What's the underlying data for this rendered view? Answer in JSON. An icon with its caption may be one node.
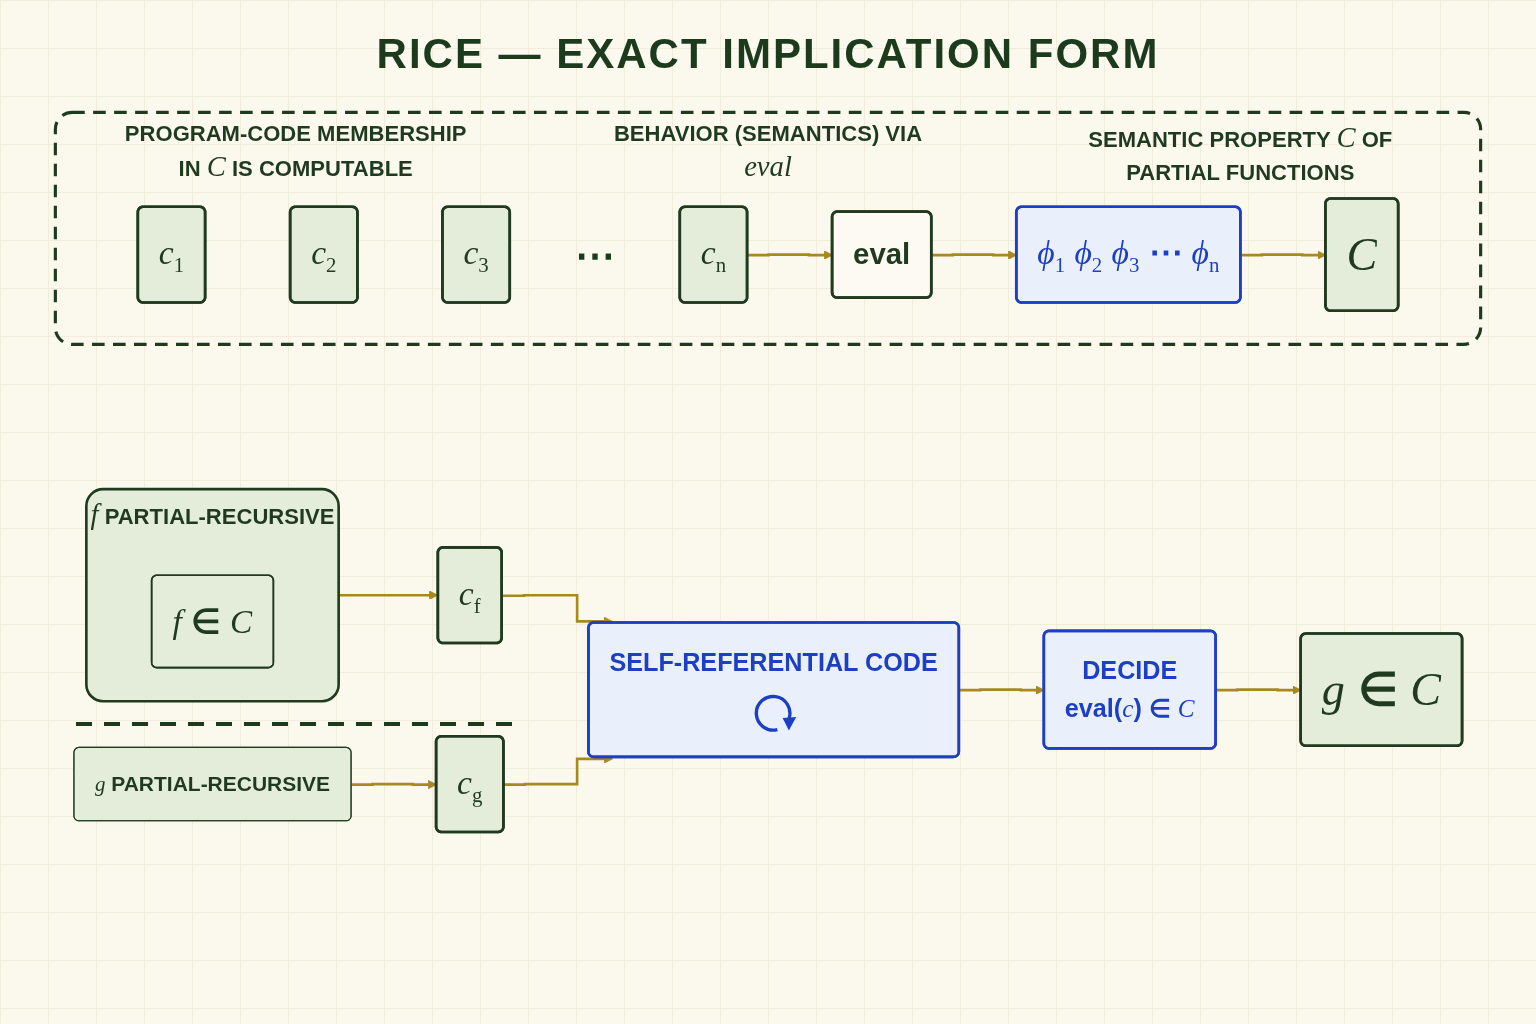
{
  "diagram": {
    "title": "RICE — EXACT IMPLICATION FORM",
    "nodes": [
      {
        "text": [
          "PROGRAM-CODE MEMBERSHIP IN *C* IS COMPUTABLE",
          "BEHAVIOR (SEMANTICS) VIA *eval*",
          "SEMANTIC PROPERTY *C* OF PARTIAL FUNCTIONS"
        ]
      },
      {
        "text": [
          "*c*$_{1}$"
        ],
        "in": 0
      },
      {
        "text": [
          "*c*$_{2}$"
        ],
        "in": 0
      },
      {
        "text": [
          "*c*$_{3}$"
        ],
        "in": 0
      },
      {
        "text": [
          "*c*$_{n}$"
        ],
        "in": 0
      },
      {
        "text": [
          "eval"
        ],
        "in": 0
      },
      {
        "text": [
          "*ϕ*$_{1}$ *ϕ*$_{2}$ *ϕ*$_{3}$ ⋯ *ϕ*$_{n}$"
        ],
        "in": 0
      },
      {
        "text": [
          "*C*"
        ],
        "in": 0
      },
      {
        "text": [
          "*f* PARTIAL-RECURSIVE"
        ]
      },
      {
        "text": [
          "*f* ∈ *C*"
        ],
        "in": 8
      },
      {
        "text": [
          "*c*$_{f}$"
        ]
      },
      {
        "text": [
          "*g* PARTIAL-RECURSIVE"
        ]
      },
      {
        "text": [
          "*c*$_{g}$"
        ]
      },
      {
        "text": [
          "SELF-REFERENTIAL CODE"
        ]
      },
      {
        "text": [
          "DECIDE",
          "eval(*c*) ∈ *C*"
        ]
      },
      {
        "text": [
          "*g* ∈ *C*"
        ]
      }
    ],
    "edges": [
      {
        "from": 4,
        "to": 5,
        "arrow": "to"
      },
      {
        "from": 5,
        "to": 6,
        "arrow": "to"
      },
      {
        "from": 6,
        "to": 7,
        "arrow": "to"
      },
      {
        "from": 8,
        "to": 10,
        "arrow": "to"
      },
      {
        "from": 10,
        "to": 13,
        "arrow": "to"
      },
      {
        "from": 11,
        "to": 12,
        "arrow": "to"
      },
      {
        "from": 12,
        "to": 13,
        "arrow": "to"
      },
      {
        "from": 13,
        "to": 14,
        "arrow": "to"
      },
      {
        "from": 14,
        "to": 15,
        "arrow": "to"
      }
    ],
    "labels": [
      "⋯"
    ]
  }
}
